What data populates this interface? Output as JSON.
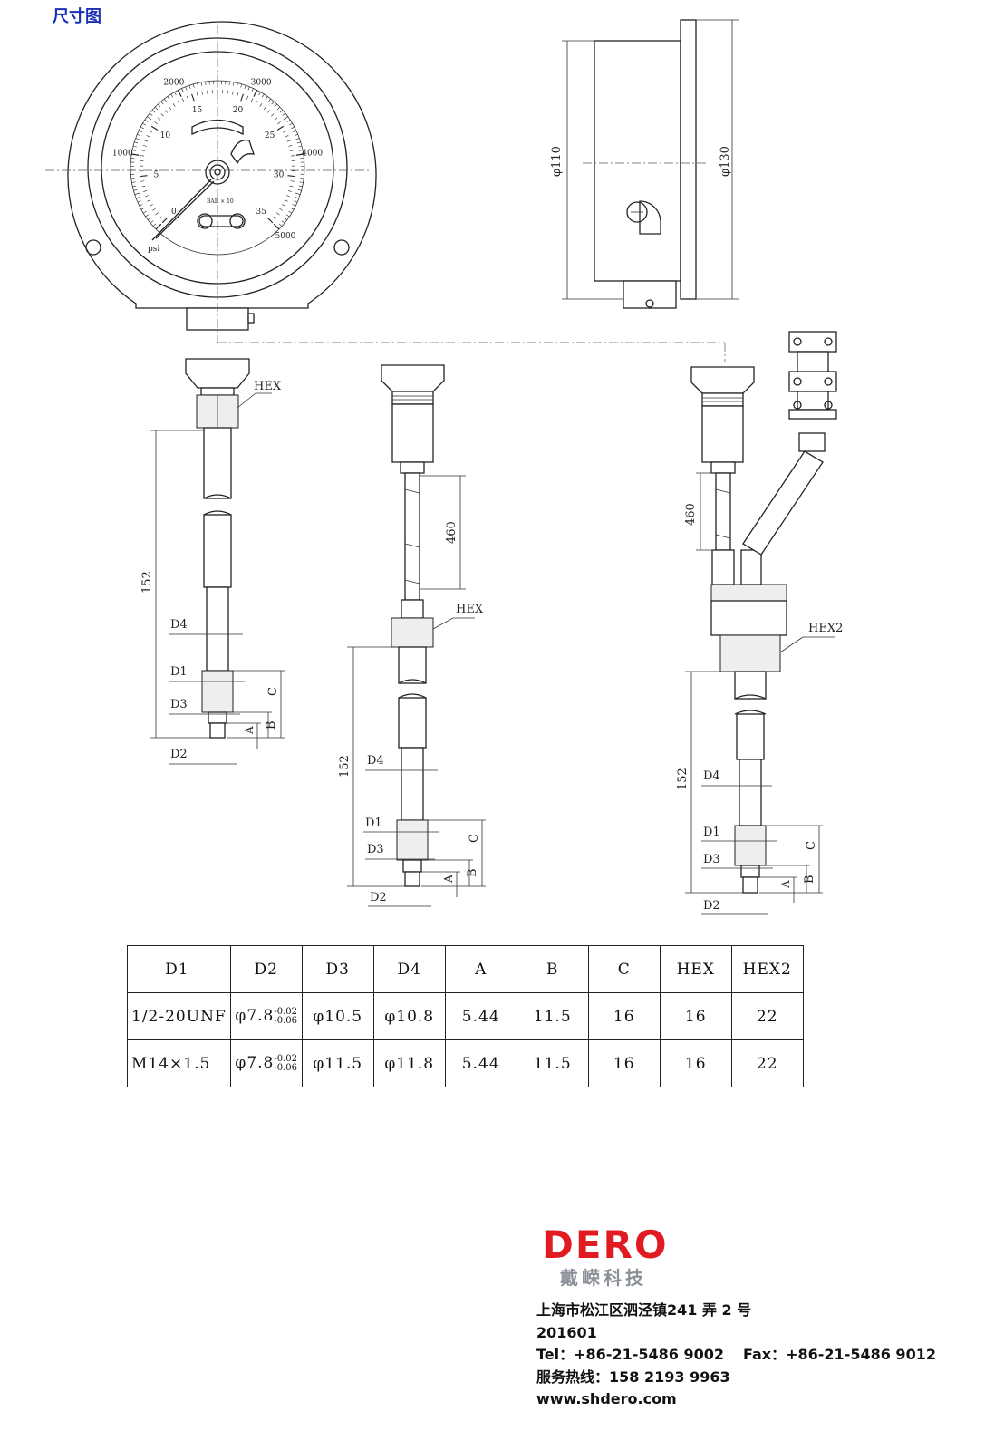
{
  "heading": "尺寸图",
  "gauge": {
    "psi_scale": [
      "1000",
      "2000",
      "3000",
      "4000",
      "5000"
    ],
    "bar_scale": [
      "0",
      "5",
      "10",
      "15",
      "20",
      "25",
      "30",
      "35"
    ],
    "unit_psi": "psi",
    "unit_bar": "BAR × 10"
  },
  "dimensions": {
    "dia_110": "φ110",
    "dia_130": "φ130",
    "len_152": "152",
    "len_460": "460",
    "hex": "HEX",
    "hex2": "HEX2",
    "d1": "D1",
    "d2": "D2",
    "d3": "D3",
    "d4": "D4",
    "a": "A",
    "b": "B",
    "c": "C"
  },
  "spec_table": {
    "headers": [
      "D1",
      "D2",
      "D3",
      "D4",
      "A",
      "B",
      "C",
      "HEX",
      "HEX2"
    ],
    "rows": [
      {
        "d1": "1/2-20UNF",
        "d2_base": "φ7.8",
        "d2_upper": "-0.02",
        "d2_lower": "-0.06",
        "d3": "φ10.5",
        "d4": "φ10.8",
        "a": "5.44",
        "b": "11.5",
        "c": "16",
        "hex": "16",
        "hex2": "22"
      },
      {
        "d1": "M14×1.5",
        "d2_base": "φ7.8",
        "d2_upper": "-0.02",
        "d2_lower": "-0.06",
        "d3": "φ11.5",
        "d4": "φ11.8",
        "a": "5.44",
        "b": "11.5",
        "c": "16",
        "hex": "16",
        "hex2": "22"
      }
    ]
  },
  "company": {
    "logo_text": "DERO",
    "logo_cn": "戴嵘科技",
    "logo_color": "#e11b22",
    "address": "上海市松江区泗泾镇241 弄 2 号",
    "postcode": "201601",
    "tel": "Tel：+86-21-5486 9002",
    "fax": "Fax：+86-21-5486 9012",
    "hotline": "服务热线：158 2193 9963",
    "website": "www.shdero.com"
  }
}
